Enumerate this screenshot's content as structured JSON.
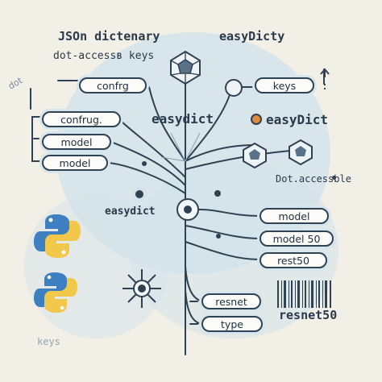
{
  "headings": {
    "json_dictionary": "JSOn dictenary",
    "dot_access_keys": "dot-accessʙ keys",
    "easydicty": "easyDicty",
    "dot_fragment": "dot",
    "easydict_center": "easydict",
    "easydict_right": "easyDict",
    "dot_accessible": "Dot.accessble",
    "easydict_lower": "easydict",
    "keys_lower": "keys",
    "resnet50_right": "resnet50"
  },
  "pills": {
    "confrg": "confrg",
    "keys": "keys",
    "config": "confrug.",
    "model_1": "model",
    "model_2": "model",
    "model_right": "model",
    "model50": "model 50",
    "rest50": "rest50",
    "resnet": "resnet",
    "type": "type"
  },
  "colors": {
    "background": "#f2efe6",
    "line": "#2f4254",
    "accent_blue": "#d4e3ea",
    "accent_orange": "#e08a3c",
    "python_blue": "#3d7fc0",
    "python_yellow": "#f2c84b"
  },
  "icons": [
    "dodecahedron-icon",
    "python-logo-icon",
    "network-hub-icon",
    "barcode-icon"
  ]
}
